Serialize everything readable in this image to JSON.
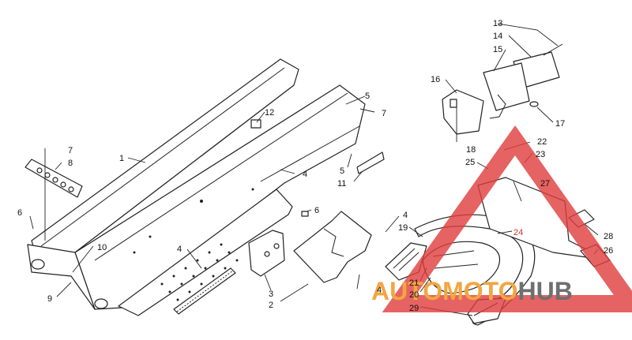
{
  "diagram": {
    "callouts": [
      {
        "id": "c13",
        "text": "13"
      },
      {
        "id": "c14",
        "text": "14"
      },
      {
        "id": "c15",
        "text": "15"
      },
      {
        "id": "c16",
        "text": "16"
      },
      {
        "id": "c17",
        "text": "17"
      },
      {
        "id": "c18",
        "text": "18"
      },
      {
        "id": "c22",
        "text": "22"
      },
      {
        "id": "c23",
        "text": "23"
      },
      {
        "id": "c25",
        "text": "25"
      },
      {
        "id": "c27",
        "text": "27"
      },
      {
        "id": "c28",
        "text": "28"
      },
      {
        "id": "c26",
        "text": "26"
      },
      {
        "id": "c24",
        "text": "24"
      },
      {
        "id": "c19",
        "text": "19"
      },
      {
        "id": "c21",
        "text": "21"
      },
      {
        "id": "c20",
        "text": "20"
      },
      {
        "id": "c29",
        "text": "29"
      },
      {
        "id": "c12",
        "text": "12"
      },
      {
        "id": "c5a",
        "text": "5"
      },
      {
        "id": "c7a",
        "text": "7"
      },
      {
        "id": "c5b",
        "text": "5"
      },
      {
        "id": "c11",
        "text": "11"
      },
      {
        "id": "c4a",
        "text": "4"
      },
      {
        "id": "c6a",
        "text": "6"
      },
      {
        "id": "c4b",
        "text": "4"
      },
      {
        "id": "c1",
        "text": "1"
      },
      {
        "id": "c7b",
        "text": "7"
      },
      {
        "id": "c8",
        "text": "8"
      },
      {
        "id": "c6b",
        "text": "6"
      },
      {
        "id": "c10",
        "text": "10"
      },
      {
        "id": "c9",
        "text": "9"
      },
      {
        "id": "c4c",
        "text": "4"
      },
      {
        "id": "c3",
        "text": "3"
      },
      {
        "id": "c2",
        "text": "2"
      },
      {
        "id": "c4d",
        "text": "4"
      }
    ]
  },
  "watermark": {
    "part1": "AUTO",
    "part2": "MOTO",
    "part3": "HUB",
    "red": "#e03c3c",
    "orange": "#f2a640",
    "gray": "#6f6f6f"
  }
}
